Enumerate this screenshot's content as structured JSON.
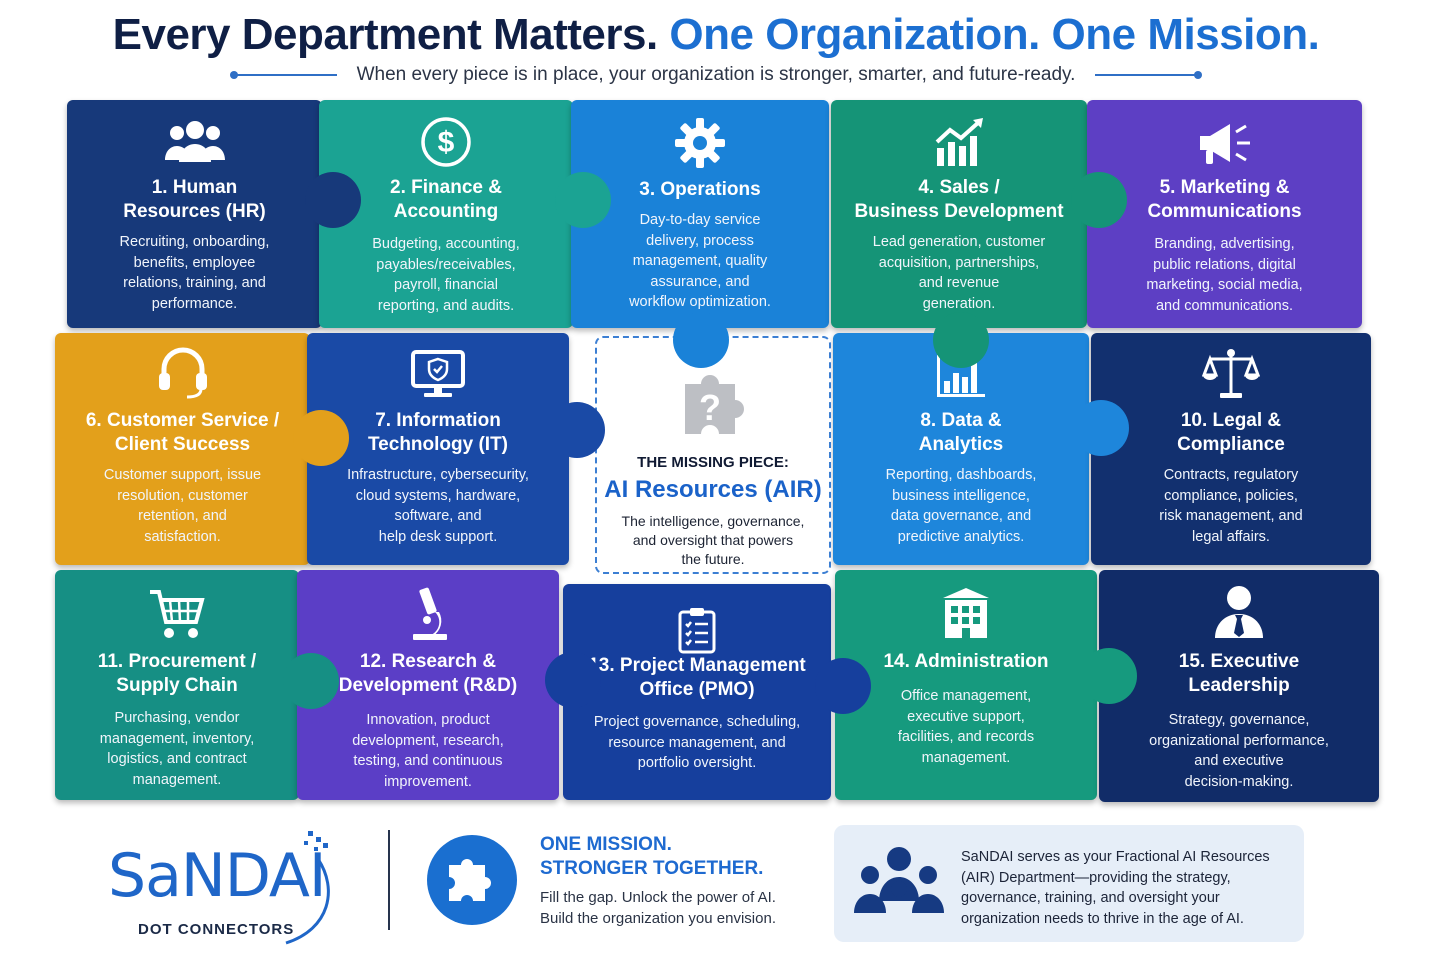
{
  "header": {
    "headline_part1": "Every Department Matters.",
    "headline_part2": "One Organization. One Mission.",
    "subtitle": "When every piece is in place, your organization is stronger, smarter, and future-ready."
  },
  "departments": [
    {
      "title": "1. Human\nResources (HR)",
      "description": "Recruiting, onboarding,\nbenefits, employee\nrelations, training, and\nperformance.",
      "color": "#17397a",
      "icon": "people-icon"
    },
    {
      "title": "2. Finance &\nAccounting",
      "description": "Budgeting, accounting,\npayables/receivables,\npayroll, financial\nreporting, and audits.",
      "color": "#1ba393",
      "icon": "dollar-icon"
    },
    {
      "title": "3. Operations",
      "description": "Day-to-day service\ndelivery, process\nmanagement, quality\nassurance, and\nworkflow optimization.",
      "color": "#1a82d8",
      "icon": "gear-icon"
    },
    {
      "title": "4. Sales /\nBusiness Development",
      "description": "Lead generation, customer\nacquisition, partnerships,\nand revenue\ngeneration.",
      "color": "#159477",
      "icon": "growth-chart-icon"
    },
    {
      "title": "5. Marketing &\nCommunications",
      "description": "Branding, advertising,\npublic relations, digital\nmarketing, social media,\nand communications.",
      "color": "#5d3fc4",
      "icon": "megaphone-icon"
    },
    {
      "title": "6. Customer Service /\nClient Success",
      "description": "Customer support, issue\nresolution, customer\nretention, and\nsatisfaction.",
      "color": "#e3a01b",
      "icon": "headset-icon"
    },
    {
      "title": "7. Information\nTechnology (IT)",
      "description": "Infrastructure, cybersecurity,\ncloud systems, hardware,\nsoftware, and\nhelp desk support.",
      "color": "#1a4aa6",
      "icon": "monitor-shield-icon"
    },
    {
      "title": "8. Data &\nAnalytics",
      "description": "Reporting, dashboards,\nbusiness intelligence,\ndata governance, and\npredictive analytics.",
      "color": "#1e86db",
      "icon": "bar-chart-icon"
    },
    {
      "title": "10. Legal &\nCompliance",
      "description": "Contracts, regulatory\ncompliance, policies,\nrisk management, and\nlegal affairs.",
      "color": "#12306f",
      "icon": "scales-icon"
    },
    {
      "title": "11. Procurement /\nSupply Chain",
      "description": "Purchasing, vendor\nmanagement, inventory,\nlogistics, and contract\nmanagement.",
      "color": "#168f84",
      "icon": "cart-icon"
    },
    {
      "title": "12. Research &\nDevelopment (R&D)",
      "description": "Innovation, product\ndevelopment, research,\ntesting, and continuous\nimprovement.",
      "color": "#5b3ec6",
      "icon": "microscope-icon"
    },
    {
      "title": "13. Project Management\nOffice (PMO)",
      "description": "Project governance, scheduling,\nresource management, and\nportfolio oversight.",
      "color": "#163f9d",
      "icon": "clipboard-icon"
    },
    {
      "title": "14. Administration",
      "description": "Office management,\nexecutive support,\nfacilities, and records\nmanagement.",
      "color": "#169a7e",
      "icon": "building-icon"
    },
    {
      "title": "15. Executive\nLeadership",
      "description": "Strategy, governance,\norganizational performance,\nand executive\ndecision-making.",
      "color": "#112c68",
      "icon": "executive-icon"
    }
  ],
  "missing_piece": {
    "label": "THE MISSING PIECE:",
    "title": "AI Resources (AIR)",
    "description": "The intelligence, governance,\nand oversight that powers\nthe future."
  },
  "footer": {
    "brand": "SaNDAI",
    "tagline": "DOT CONNECTORS",
    "mission_heading": "ONE MISSION.\nSTRONGER TOGETHER.",
    "mission_text": "Fill the gap. Unlock the power of AI.\nBuild the organization you envision.",
    "air_text": "SaNDAI serves as your Fractional AI Resources (AIR) Department—providing the strategy, governance, training, and oversight your organization needs to thrive in the age of AI."
  },
  "colors": {
    "navy": "#0f1f45",
    "accent_blue": "#1c6fd1"
  }
}
